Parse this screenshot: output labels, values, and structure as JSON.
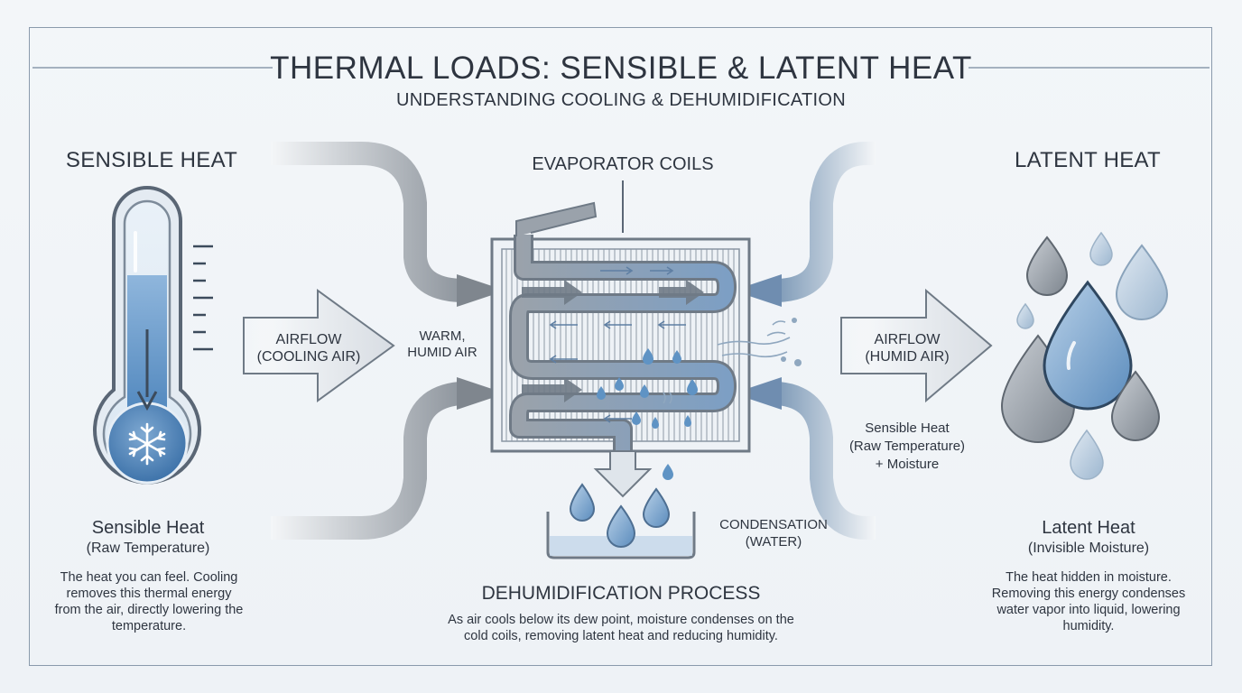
{
  "title": "THERMAL LOADS: SENSIBLE & LATENT HEAT",
  "subtitle": "UNDERSTANDING COOLING & DEHUMIDIFICATION",
  "sensible": {
    "heading": "SENSIBLE HEAT",
    "name": "Sensible Heat",
    "paren": "(Raw Temperature)",
    "description": "The heat you can feel. Cooling removes this thermal energy from the air, directly lowering the temperature."
  },
  "latent": {
    "heading": "LATENT HEAT",
    "name": "Latent Heat",
    "paren": "(Invisible Moisture)",
    "description": "The heat hidden in moisture. Removing this energy condenses water vapor into liquid, lowering humidity."
  },
  "center": {
    "coils_label": "EVAPORATOR COILS",
    "warm_air_line1": "WARM,",
    "warm_air_line2": "HUMID AIR",
    "condensation_line1": "CONDENSATION",
    "condensation_line2": "(WATER)",
    "process_title": "DEHUMIDIFICATION PROCESS",
    "process_desc_line1": "As air cools below its dew point, moisture condenses on the",
    "process_desc_line2": "cold coils, removing latent heat and reducing humidity."
  },
  "left_arrow": {
    "line1": "AIRFLOW",
    "line2": "(COOLING AIR)"
  },
  "right_arrow": {
    "line1": "AIRFLOW",
    "line2": "(HUMID AIR)"
  },
  "right_note": {
    "line1": "Sensible Heat",
    "line2": "(Raw Temperature)",
    "line3": "+ Moisture"
  },
  "colors": {
    "accent_blue": "#5f93c4",
    "frame": "#8a9aac",
    "gray_arrow": "#a9afb6",
    "text": "#2e3540"
  }
}
